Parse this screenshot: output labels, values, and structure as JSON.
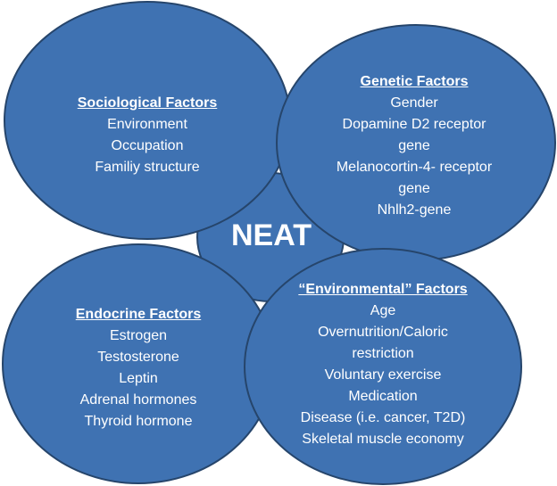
{
  "colors": {
    "circle_fill": "#3f72b2",
    "circle_stroke": "#26456b",
    "text": "#ffffff",
    "background": "#ffffff"
  },
  "center": {
    "label": "NEAT"
  },
  "sociological": {
    "heading": "Sociological Factors",
    "items": [
      "Environment",
      "Occupation",
      "Familiy structure"
    ]
  },
  "genetic": {
    "heading": "Genetic Factors",
    "items": [
      "Gender",
      "Dopamine D2 receptor",
      "gene",
      "Melanocortin-4- receptor",
      "gene",
      "Nhlh2-gene"
    ]
  },
  "endocrine": {
    "heading": "Endocrine Factors",
    "items": [
      "Estrogen",
      "Testosterone",
      "Leptin",
      "Adrenal hormones",
      "Thyroid hormone"
    ]
  },
  "environmental": {
    "heading": "“Environmental” Factors",
    "items": [
      "Age",
      "Overnutrition/Caloric",
      "restriction",
      "Voluntary exercise",
      "Medication",
      "Disease (i.e. cancer, T2D)",
      "Skeletal muscle economy"
    ]
  }
}
